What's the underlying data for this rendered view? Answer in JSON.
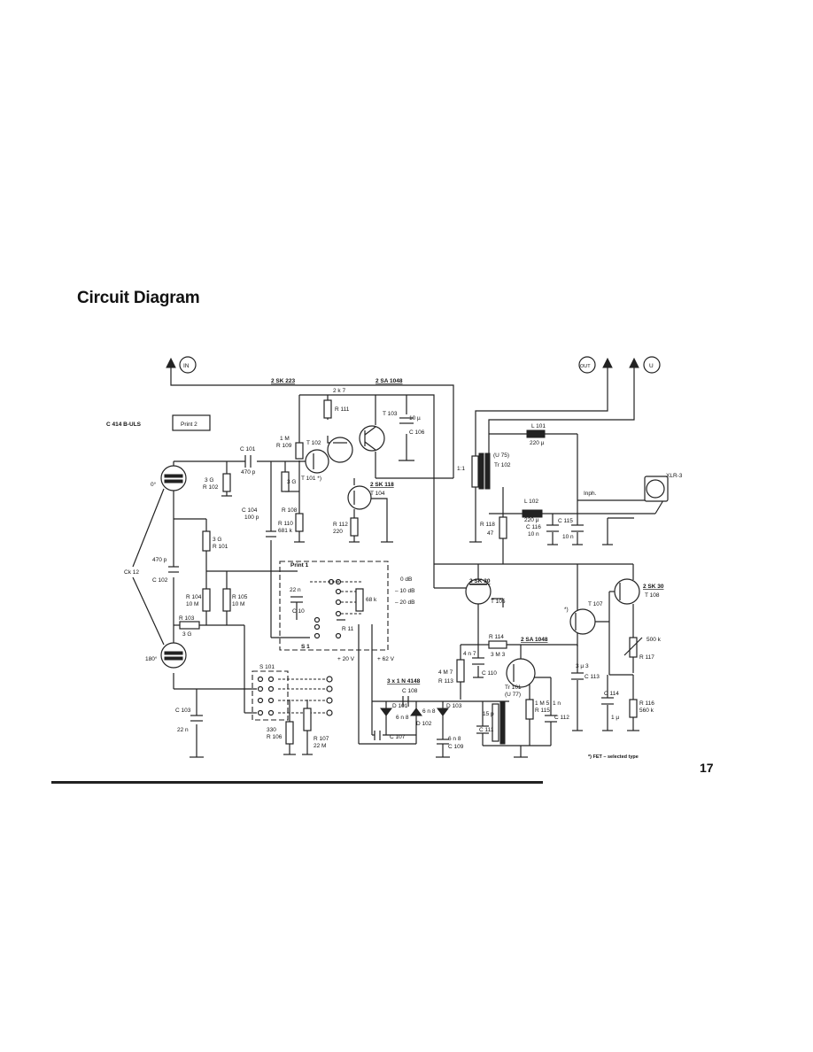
{
  "page": {
    "title": "Circuit Diagram",
    "number": "17"
  },
  "diagram": {
    "model": "C 414 B-ULS",
    "print_box": "Print 2",
    "terminals": {
      "in": "IN",
      "out": "OUT",
      "u": "U"
    },
    "transistor_headers": {
      "t1": "2 SK 223",
      "t2": "2 SA 1048",
      "t3": "2 SK 118",
      "t4": "2 SK 30",
      "t5": "2 SA 1048",
      "t6": "2 SK 30"
    },
    "parts": {
      "r111": "R 111",
      "rk7": "2 k 7",
      "t103": "T 103",
      "c106v": "10 µ",
      "c106": "C 106",
      "r109v": "1 M",
      "r109": "R 109",
      "t102": "T 102",
      "t101": "T 101 *)",
      "c101": "C 101",
      "c101v": "470 p",
      "r102v": "3 G",
      "r102": "R 102",
      "r108v": "3 G",
      "r108": "R 108",
      "t104": "T 104",
      "c104": "C 104",
      "c104v": "100 p",
      "r110": "R 110",
      "r110v": "681 k",
      "r112": "R 112",
      "r112v": "220",
      "zero_deg": "0°",
      "ck12": "Ck 12",
      "r101v": "3 G",
      "r101": "R 101",
      "c102v": "470 p",
      "c102": "C 102",
      "r104": "R 104",
      "r104v": "10 M",
      "r105": "R 105",
      "r105v": "10 M",
      "r103": "R 103",
      "r103v": "3 G",
      "deg180": "180°",
      "print1": "Print 1",
      "c10v": "22 n",
      "c10": "C 10",
      "db0": "0 dB",
      "db10": "– 10 dB",
      "db20": "– 20 dB",
      "r68": "68 k",
      "r11": "R 11",
      "s1": "S 1",
      "v20": "+ 20 V",
      "v62": "+ 62 V",
      "s101": "S 101",
      "c103": "C 103",
      "c103v": "22 n",
      "r106v": "330",
      "r106": "R 106",
      "r107": "R 107",
      "r107v": "22 M",
      "l101": "L 101",
      "l101v": "220 µ",
      "u75": "(U 75)",
      "tr102": "Tr 102",
      "ratio": "1:1",
      "l102": "L 102",
      "l102v": "220 µ",
      "c116": "C 116",
      "c116v": "10 n",
      "c115": "C 115",
      "c115v": "10 n",
      "r118": "R 118",
      "r118v": "47",
      "inph": "Inph.",
      "xlr": "XLR-3",
      "t105": "T 105",
      "t107": "T 107",
      "t108": "T 108",
      "r114": "R 114",
      "r114v": "3 M 3",
      "c110v": "4 n 7",
      "c110": "C 110",
      "r113v": "4 M 7",
      "r113": "R 113",
      "d4148": "3 x 1 N 4148",
      "c108": "C 108",
      "d101": "D 101",
      "d102": "D 102",
      "d103": "D 103",
      "c107v": "6 n 8",
      "c107": "C 107",
      "c108v": "6 n 8",
      "c109v": "6 n 8",
      "c109": "C 109",
      "c111v": "15 p",
      "c111": "C 111",
      "tr101": "Tr 101",
      "u77": "(U 77)",
      "r115v": "1 M 5",
      "r115": "R 115",
      "c112v": "1 n",
      "c112": "C 112",
      "c113v": "3 µ 3",
      "c113": "C 113",
      "c114": "C 114",
      "c114v": "1 µ",
      "r117v": "500 k",
      "r117": "R 117",
      "r116": "R 116",
      "r116v": "560 k",
      "star": "*)"
    },
    "footnote": "*) FET – selected type"
  }
}
